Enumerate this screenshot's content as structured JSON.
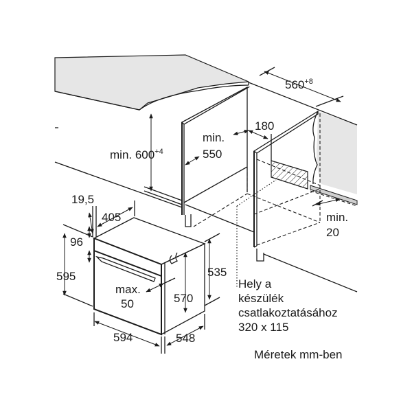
{
  "labels": {
    "counter_height": "min. 600",
    "counter_height_sup": "+4",
    "depth_min_1": "min.",
    "depth_min_2": "550",
    "vent": "180",
    "niche_width": "560",
    "niche_width_sup": "+8",
    "gap_min_1": "min.",
    "gap_min_2": "20",
    "front_thickness": "19,5",
    "depth_405": "405",
    "panel_96": "96",
    "height_595": "595",
    "height_535": "535",
    "height_570": "570",
    "max_1": "max.",
    "max_2": "50",
    "width_594": "594",
    "depth_548": "548"
  },
  "connection_note": [
    "Hely a",
    "készülék",
    "csatlakoztatásához",
    "320 x 115"
  ],
  "units_note": "Méretek mm-ben",
  "colors": {
    "countertop": "#e6e6e6",
    "line": "#1a1a1a"
  }
}
